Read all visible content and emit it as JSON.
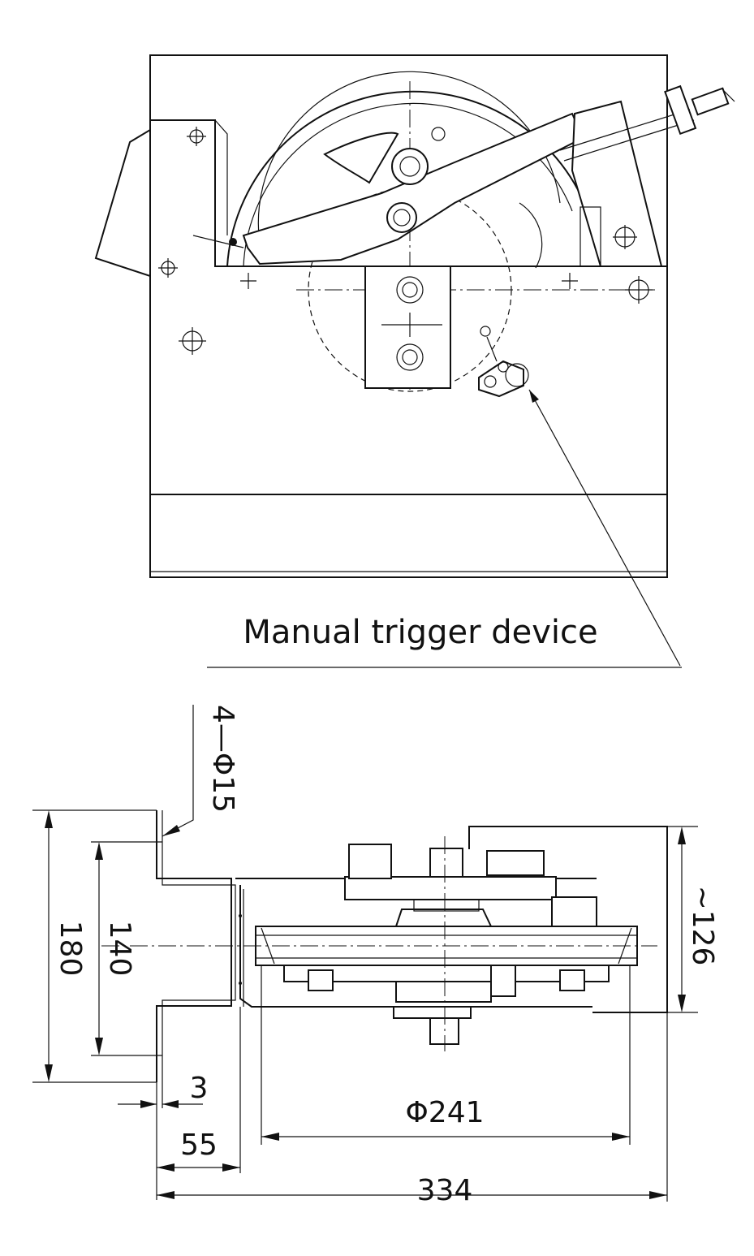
{
  "labels": {
    "manual_trigger": "Manual trigger device"
  },
  "dimensions": {
    "holes": "4—Φ15",
    "height_outer": "180",
    "height_inner": "140",
    "thickness": "3",
    "offset": "55",
    "pulley_diameter": "Φ241",
    "overall_width": "334",
    "approx_depth": "~126"
  }
}
